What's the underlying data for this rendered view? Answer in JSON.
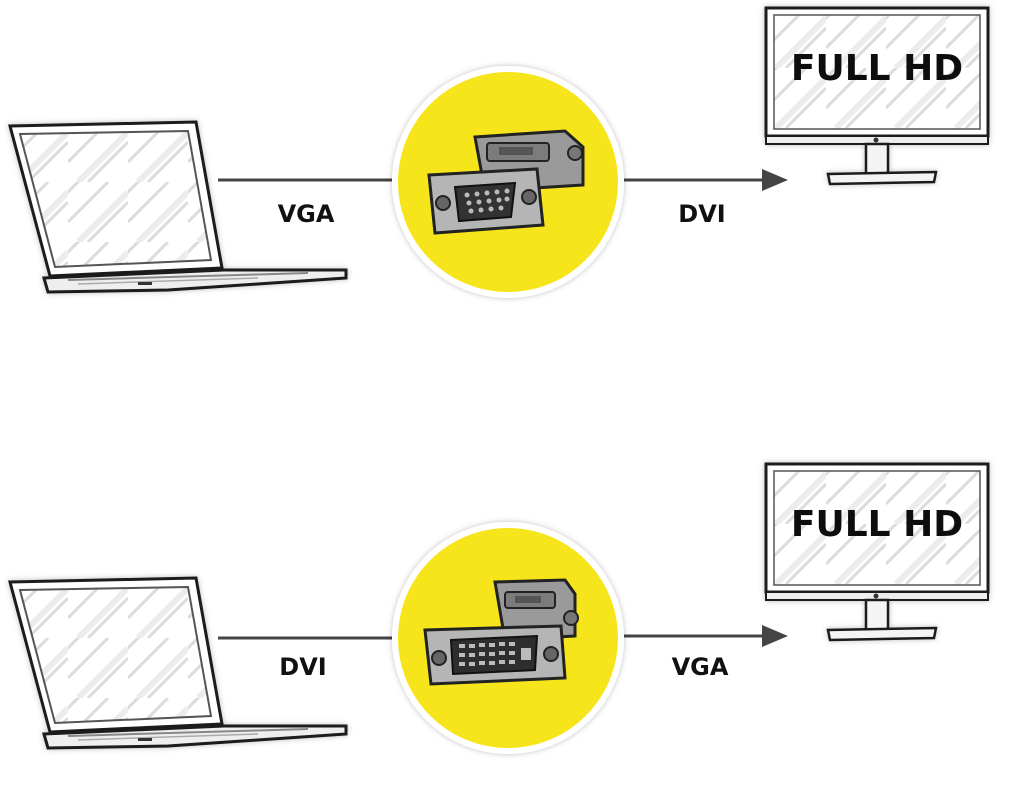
{
  "colors": {
    "accent_yellow": "#f7e51c",
    "line": "#444444",
    "outline": "#1a1a1a"
  },
  "rows": [
    {
      "source": {
        "name": "laptop-icon"
      },
      "adapter": {
        "name": "vga-to-dvi-adapter-icon"
      },
      "input_label": "VGA",
      "output_label": "DVI",
      "display": {
        "name": "monitor-icon",
        "screen_text": "FULL HD"
      }
    },
    {
      "source": {
        "name": "laptop-icon"
      },
      "adapter": {
        "name": "dvi-to-vga-adapter-icon"
      },
      "input_label": "DVI",
      "output_label": "VGA",
      "display": {
        "name": "monitor-icon",
        "screen_text": "FULL HD"
      }
    }
  ]
}
